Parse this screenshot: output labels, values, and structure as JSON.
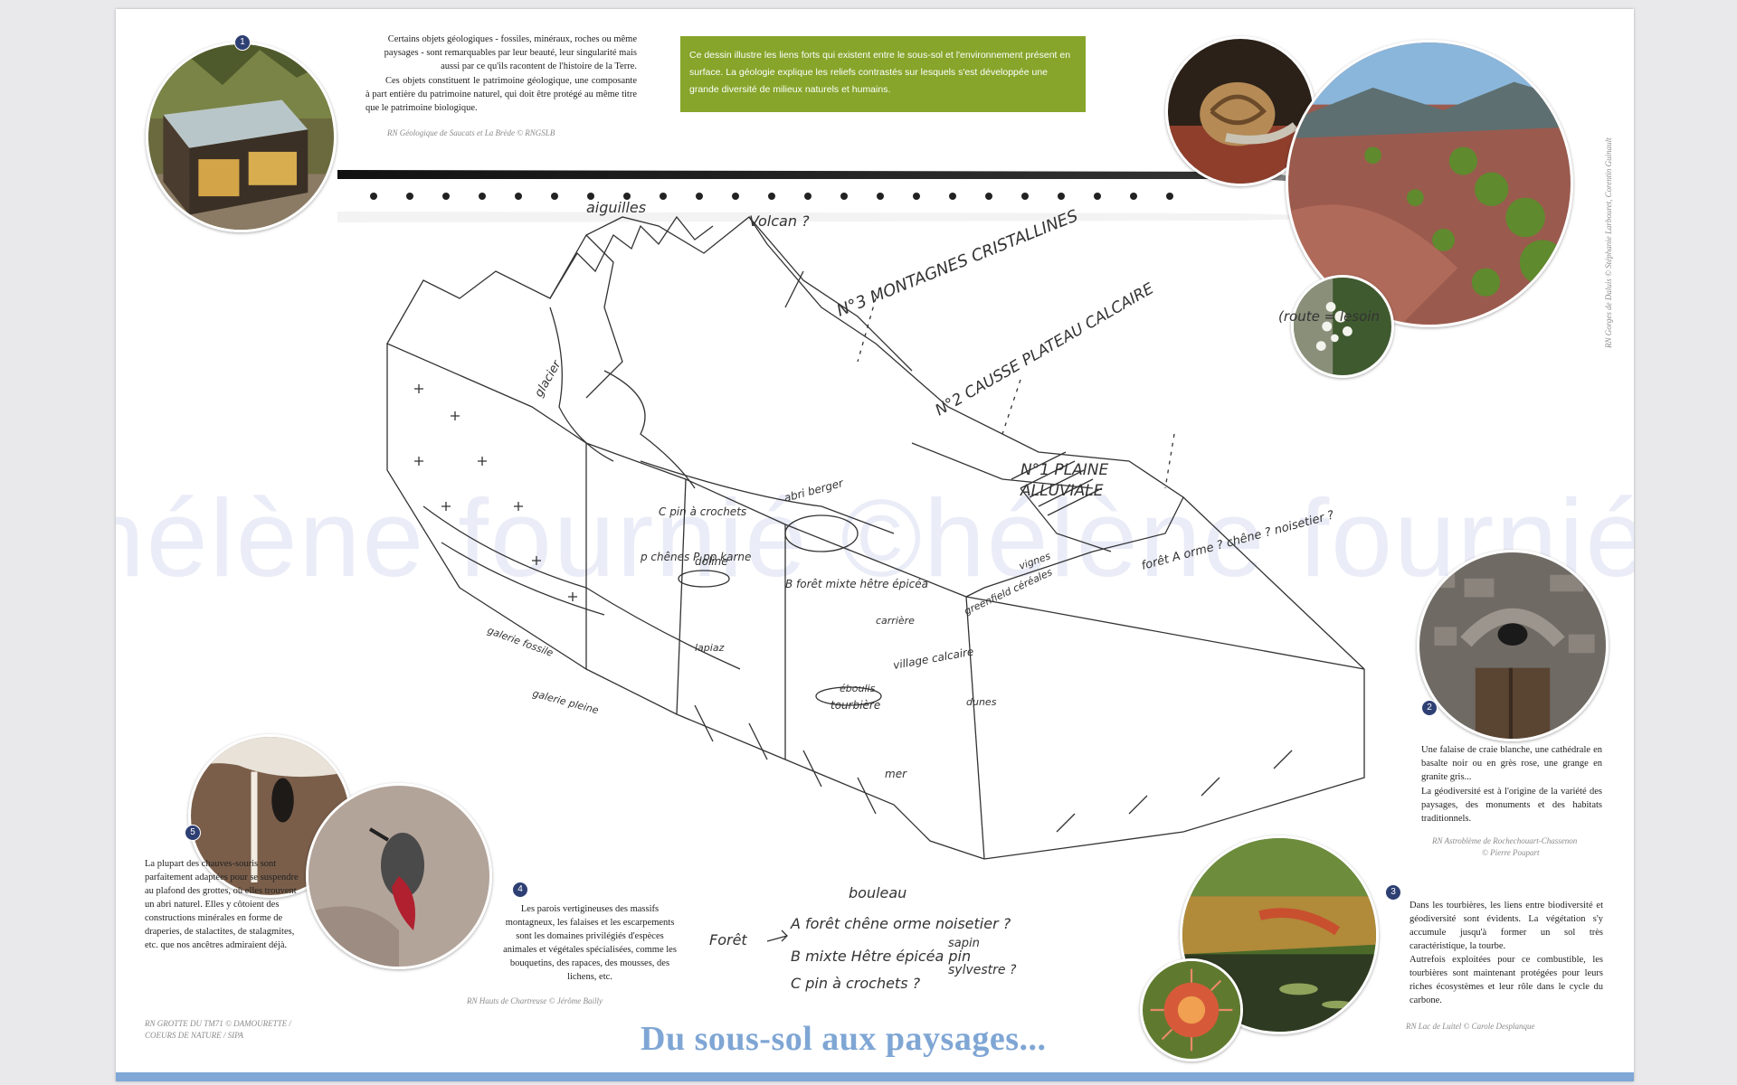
{
  "title": "Du sous-sol aux paysages...",
  "watermark": "©hélène fournié ©hélène fournié",
  "intro_box": "Ce dessin illustre les liens forts qui existent entre le sous-sol et l'environnement présent en surface. La géologie explique les reliefs contrastés sur lesquels s'est développée une grande diversité de milieux naturels et humains.",
  "blocks": {
    "b1": {
      "num": "1",
      "p1": "Certains objets géologiques - fossiles, minéraux, roches ou même paysages - sont remarquables par leur beauté, leur singularité mais aussi par ce qu'ils racontent de l'histoire de la Terre.",
      "p2": "Ces objets constituent le patrimoine géologique, une composante à part entière du patrimoine naturel, qui doit être protégé au même titre que le patrimoine biologique.",
      "credit": "RN Géologique de Saucats et La Brède © RNGSLB"
    },
    "b2": {
      "num": "2",
      "p1": "Une falaise de craie blanche, une cathédrale en basalte noir ou en grès rose, une grange en granite gris...",
      "p2": "La géodiversité est à l'origine de la variété des paysages, des monuments et des habitats traditionnels.",
      "credit1": "RN Astroblème de Rochechouart-Chassenon",
      "credit2": "© Pierre Poupart"
    },
    "b3": {
      "num": "3",
      "p1": "Dans les tourbières, les liens entre biodiversité et géodiversité sont évidents. La végétation s'y accumule jusqu'à former un sol très caractéristique, la tourbe.",
      "p2": "Autrefois exploitées pour ce combustible, les tourbières sont maintenant protégées pour leurs riches écosystèmes et leur rôle dans le cycle du carbone.",
      "credit": "RN Lac de Luitel © Carole Desplanque"
    },
    "b4": {
      "num": "4",
      "p1": "Les parois vertigineuses des massifs montagneux, les falaises et les escarpements sont les domaines privilégiés d'espèces animales et végétales spécialisées, comme les bouquetins, des rapaces, des mousses, des lichens, etc.",
      "credit": "RN Hauts de Chartreuse © Jérôme Bailly"
    },
    "b5": {
      "num": "5",
      "p1": "La plupart des chauves-souris sont parfaitement adaptées pour se suspendre au plafond des grottes, où elles trouvent un abri naturel. Elles y côtoient des constructions minérales en forme de draperies, de stalactites, de stalagmites, etc. que nos ancêtres admiraient déjà.",
      "credit1": "RN GROTTE DU TM71 © DAMOURETTE /",
      "credit2": "COEURS DE NATURE / SIPA"
    }
  },
  "side_credit": "RN Gorges de Daluis © Stéphanie Larbouret, Corentin Guinault",
  "sketch_labels": {
    "aiguilles": "aiguilles",
    "volcan": "Volcan ?",
    "glacier": "glacier",
    "n3": "N°3 MONTAGNES CRISTALLINES",
    "n2": "N°2 CAUSSE PLATEAU CALCAIRE",
    "n1a": "N°1 PLAINE",
    "n1b": "ALLUVIALE",
    "route": "(route = lesoin",
    "pin_crochets": "C pin à crochets",
    "abri_berger": "abri berger",
    "chenes_pp": "p chênes P pp karne",
    "doline": "doline",
    "hetre": "B forêt mixte hêtre épicéa",
    "foret_a": "forêt A orme ? chêne ? noisetier ?",
    "vignes": "vignes",
    "greenfield": "greenfield céréales",
    "carriere": "carrière",
    "village": "village calcaire",
    "eboulis": "éboulis",
    "tourbiere": "tourbière",
    "dunes": "dunes",
    "mer": "mer",
    "galerie_fossile": "galerie fossile",
    "galerie_pleine": "galerie pleine",
    "lapiaz": "lapiaz",
    "legend_foret": "Forêt",
    "legend_a": "A forêt chêne orme noisetier ?",
    "legend_bouleau": "bouleau",
    "legend_b": "B mixte Hêtre épicéa pin",
    "legend_sapin": "sapin",
    "legend_c": "C pin à crochets ?",
    "legend_sylvestre": "sylvestre ?"
  }
}
